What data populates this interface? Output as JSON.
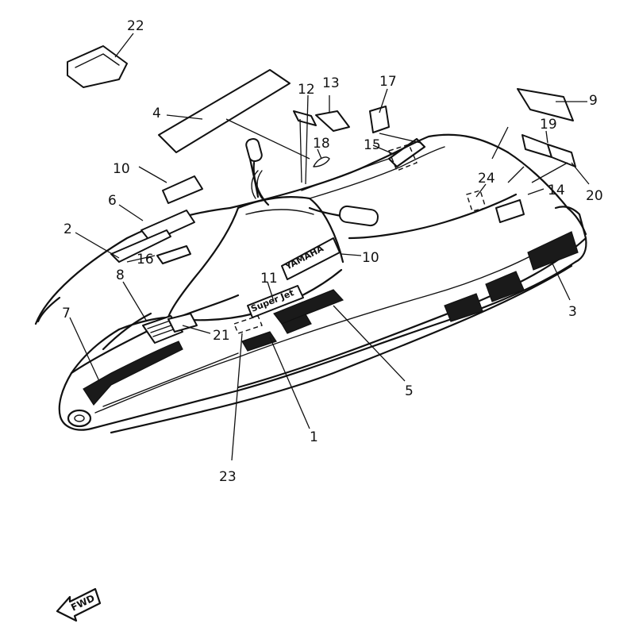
{
  "diagram": {
    "brand_text": "YAMAHA",
    "model_text": "Super Jet",
    "fwd_label": "FWD",
    "callouts": {
      "c1": "1",
      "c2": "2",
      "c3": "3",
      "c4": "4",
      "c5": "5",
      "c6": "6",
      "c7": "7",
      "c8": "8",
      "c9": "9",
      "c10a": "10",
      "c10b": "10",
      "c11": "11",
      "c12": "12",
      "c13": "13",
      "c14": "14",
      "c15": "15",
      "c16": "16",
      "c17": "17",
      "c18": "18",
      "c19": "19",
      "c20": "20",
      "c21": "21",
      "c22": "22",
      "c23": "23",
      "c24": "24"
    }
  }
}
